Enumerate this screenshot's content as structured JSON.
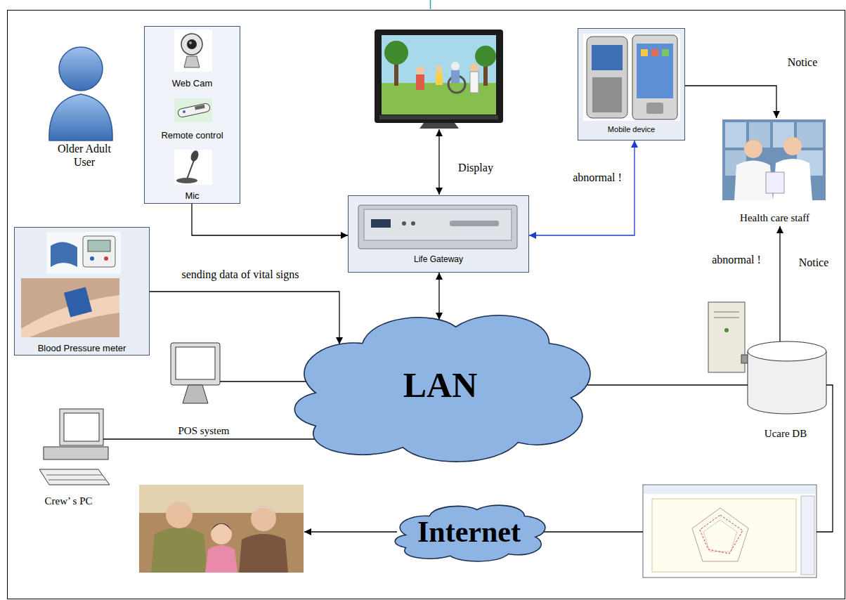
{
  "diagram": {
    "nodes": [
      {
        "text": [
          "Web Cam",
          "Remote control",
          "Mic"
        ]
      },
      {
        "text": [
          "Mobile device"
        ]
      },
      {
        "text": [
          "Health care staff"
        ]
      },
      {
        "text": [
          "Life Gateway"
        ]
      },
      {
        "text": [
          "Blood Pressure meter"
        ]
      },
      {
        "text": [
          "POS system"
        ]
      },
      {
        "text": [
          "LAN"
        ]
      },
      {
        "text": [
          "Ucare DB"
        ]
      },
      {
        "text": [
          "Crew’ s PC"
        ]
      },
      {
        "text": [
          "Internet"
        ]
      }
    ],
    "edges": [
      {
        "from": 0,
        "to": 3,
        "arrow": "to"
      },
      {
        "from": 3,
        "to": 6,
        "arrow": "both"
      },
      {
        "from": 3,
        "to": 1,
        "label": "abnormal !",
        "arrow": "both"
      },
      {
        "from": 1,
        "to": 2,
        "label": "Notice",
        "arrow": "to"
      },
      {
        "from": 4,
        "to": 6,
        "label": "sending data of vital signs",
        "arrow": "to"
      },
      {
        "from": 5,
        "to": 6,
        "arrow": "none"
      },
      {
        "from": 8,
        "to": 6,
        "arrow": "none"
      },
      {
        "from": 6,
        "to": 7,
        "arrow": "none"
      },
      {
        "from": 7,
        "to": 2,
        "label": "Notice",
        "arrow": "to"
      }
    ],
    "labels": [
      "Older Adult User",
      "Display",
      "abnormal !"
    ]
  }
}
